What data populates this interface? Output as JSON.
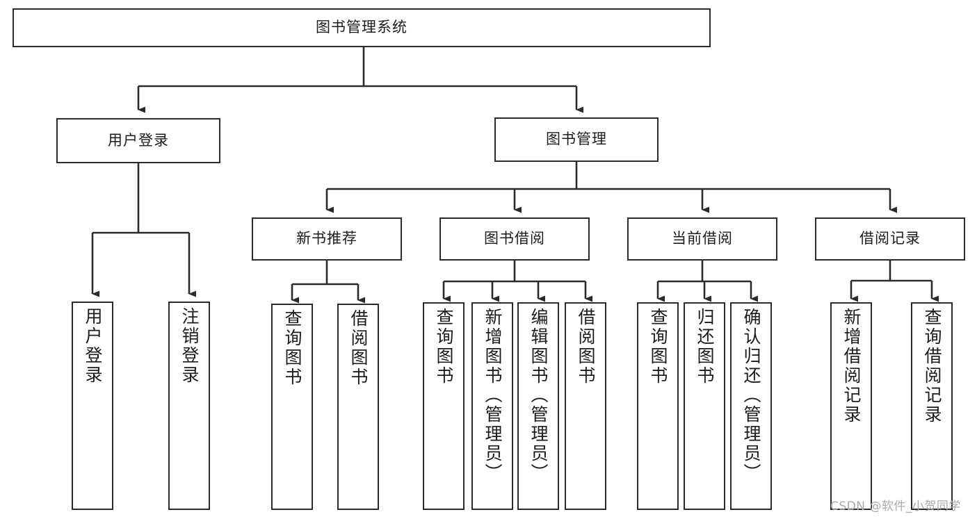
{
  "diagram": {
    "type": "tree",
    "title": "图书管理系统",
    "colors": {
      "box_stroke": "#2b2b2b",
      "box_fill": "#ffffff",
      "connector": "#2b2b2b",
      "text": "#1c1c1c",
      "watermark": "#a9a9a9",
      "background": "#ffffff"
    }
  },
  "root": {
    "label": "图书管理系统"
  },
  "level2": [
    {
      "id": "user-login",
      "label": "用户登录"
    },
    {
      "id": "book-manage",
      "label": "图书管理"
    }
  ],
  "level3": [
    {
      "id": "new-book-recommend",
      "label": "新书推荐"
    },
    {
      "id": "book-borrow",
      "label": "图书借阅"
    },
    {
      "id": "current-borrow",
      "label": "当前借阅"
    },
    {
      "id": "borrow-record",
      "label": "借阅记录"
    }
  ],
  "leaves": {
    "user_login": [
      {
        "id": "leaf-user-login",
        "label": "用户登录"
      },
      {
        "id": "leaf-logout-login",
        "label": "注销登录"
      }
    ],
    "new_book_recommend": [
      {
        "id": "leaf-query-book-1",
        "label": "查询图书"
      },
      {
        "id": "leaf-borrow-book-1",
        "label": "借阅图书"
      }
    ],
    "book_borrow": [
      {
        "id": "leaf-query-book-2",
        "label": "查询图书"
      },
      {
        "id": "leaf-add-book",
        "label": "新增图书（管理员）"
      },
      {
        "id": "leaf-edit-book",
        "label": "编辑图书（管理员）"
      },
      {
        "id": "leaf-borrow-book-2",
        "label": "借阅图书"
      }
    ],
    "current_borrow": [
      {
        "id": "leaf-query-book-3",
        "label": "查询图书"
      },
      {
        "id": "leaf-return-book",
        "label": "归还图书"
      },
      {
        "id": "leaf-confirm-return",
        "label": "确认归还（管理员）"
      }
    ],
    "borrow_record": [
      {
        "id": "leaf-add-record",
        "label": "新增借阅记录"
      },
      {
        "id": "leaf-query-record",
        "label": "查询借阅记录"
      }
    ]
  },
  "watermark": {
    "text": "CSDN @软件_小贺同学"
  }
}
